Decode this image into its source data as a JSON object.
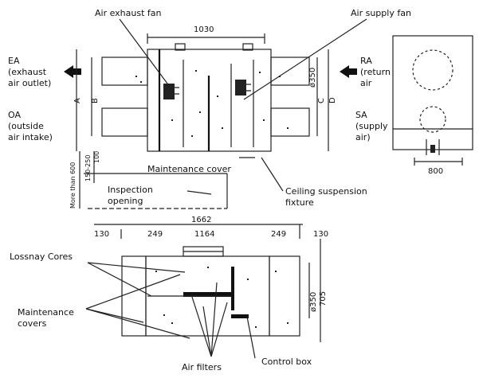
{
  "labels": {
    "air_exhaust_fan": "Air exhaust fan",
    "air_supply_fan": "Air supply fan",
    "ea": "EA",
    "ea_desc1": "(exhaust",
    "ea_desc2": "air outlet)",
    "oa": "OA",
    "oa_desc1": "(outside",
    "oa_desc2": "air intake)",
    "ra": "RA",
    "ra_desc1": "(return",
    "ra_desc2": "air",
    "sa": "SA",
    "sa_desc1": "(supply",
    "sa_desc2": "air)",
    "maintenance_cover": "Maintenance cover",
    "inspection_opening_1": "Inspection",
    "inspection_opening_2": "opening",
    "ceiling_suspension_1": "Ceiling suspension",
    "ceiling_suspension_2": "fixture",
    "lossnay_cores": "Lossnay Cores",
    "maintenance_covers_1": "Maintenance",
    "maintenance_covers_2": "covers",
    "air_filters": "Air filters",
    "control_box": "Control box"
  },
  "dimensions": {
    "top_width": "1030",
    "side_width": "800",
    "dim_a": "A",
    "dim_b": "B",
    "dim_c": "C",
    "dim_d": "D",
    "duct_dia_top": "ø350",
    "more_than": "More than 600",
    "range": "150-250",
    "hundred": "100",
    "total_length": "1662",
    "seg_130_left": "130",
    "seg_249_left": "249",
    "seg_1164": "1164",
    "seg_249_right": "249",
    "seg_130_right": "130",
    "duct_dia_bottom": "ø350",
    "height_705": "705"
  }
}
